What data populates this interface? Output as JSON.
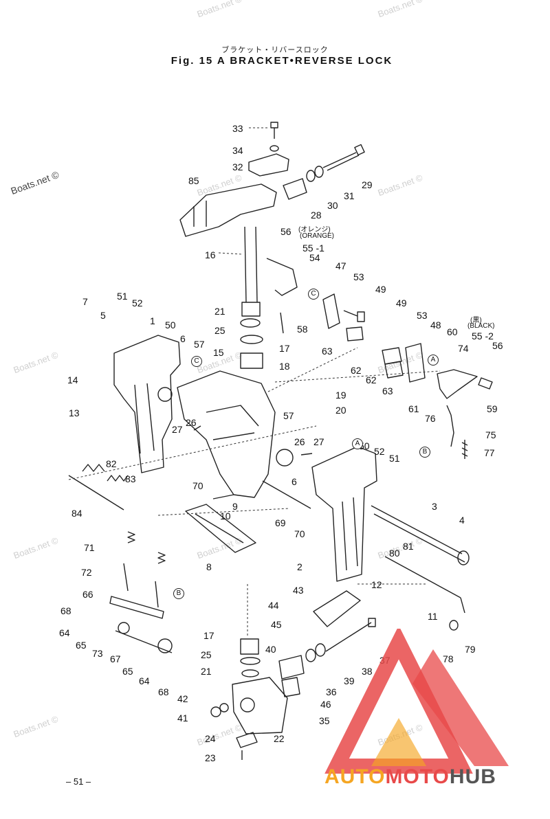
{
  "header": {
    "title_jp": "ブラケット・リバースロック",
    "title": "Fig. 15 A   BRACKET•REVERSE LOCK"
  },
  "page_number": "– 51 –",
  "watermark": "Boats.net ©",
  "logo": {
    "part1": "AUTO",
    "part2": "MOTO",
    "part3": "HUB",
    "colors": {
      "auto": "#f5a623",
      "moto": "#e84a4a",
      "hub": "#555555"
    }
  },
  "callouts": [
    {
      "id": "33",
      "t": "33"
    },
    {
      "id": "34",
      "t": "34"
    },
    {
      "id": "32",
      "t": "32"
    },
    {
      "id": "29",
      "t": "29"
    },
    {
      "id": "31",
      "t": "31"
    },
    {
      "id": "30",
      "t": "30"
    },
    {
      "id": "28",
      "t": "28"
    },
    {
      "id": "85",
      "t": "85"
    },
    {
      "id": "16",
      "t": "16"
    },
    {
      "id": "56a",
      "t": "56"
    },
    {
      "id": "orange-jp",
      "t": "(オレンジ)"
    },
    {
      "id": "orange",
      "t": "(ORANGE)"
    },
    {
      "id": "55-1",
      "t": "55 -1"
    },
    {
      "id": "54",
      "t": "54"
    },
    {
      "id": "47",
      "t": "47"
    },
    {
      "id": "53a",
      "t": "53"
    },
    {
      "id": "49a",
      "t": "49"
    },
    {
      "id": "7",
      "t": "7"
    },
    {
      "id": "51a",
      "t": "51"
    },
    {
      "id": "52a",
      "t": "52"
    },
    {
      "id": "5",
      "t": "5"
    },
    {
      "id": "1",
      "t": "1"
    },
    {
      "id": "50a",
      "t": "50"
    },
    {
      "id": "21a",
      "t": "21"
    },
    {
      "id": "25a",
      "t": "25"
    },
    {
      "id": "58",
      "t": "58"
    },
    {
      "id": "49b",
      "t": "49"
    },
    {
      "id": "53b",
      "t": "53"
    },
    {
      "id": "black-jp",
      "t": "(黒)"
    },
    {
      "id": "black",
      "t": "(BLACK)"
    },
    {
      "id": "48",
      "t": "48"
    },
    {
      "id": "60",
      "t": "60"
    },
    {
      "id": "55-2",
      "t": "55 -2"
    },
    {
      "id": "56b",
      "t": "56"
    },
    {
      "id": "6a",
      "t": "6"
    },
    {
      "id": "57a",
      "t": "57"
    },
    {
      "id": "15",
      "t": "15"
    },
    {
      "id": "17a",
      "t": "17"
    },
    {
      "id": "18",
      "t": "18"
    },
    {
      "id": "63a",
      "t": "63"
    },
    {
      "id": "74",
      "t": "74"
    },
    {
      "id": "14",
      "t": "14"
    },
    {
      "id": "62a",
      "t": "62"
    },
    {
      "id": "62b",
      "t": "62"
    },
    {
      "id": "63b",
      "t": "63"
    },
    {
      "id": "19",
      "t": "19"
    },
    {
      "id": "57b",
      "t": "57"
    },
    {
      "id": "20",
      "t": "20"
    },
    {
      "id": "13",
      "t": "13"
    },
    {
      "id": "59",
      "t": "59"
    },
    {
      "id": "61",
      "t": "61"
    },
    {
      "id": "76",
      "t": "76"
    },
    {
      "id": "26a",
      "t": "26"
    },
    {
      "id": "27a",
      "t": "27"
    },
    {
      "id": "75",
      "t": "75"
    },
    {
      "id": "26b",
      "t": "26"
    },
    {
      "id": "27b",
      "t": "27"
    },
    {
      "id": "50b",
      "t": "50"
    },
    {
      "id": "77",
      "t": "77"
    },
    {
      "id": "52b",
      "t": "52"
    },
    {
      "id": "51b",
      "t": "51"
    },
    {
      "id": "82",
      "t": "82"
    },
    {
      "id": "6b",
      "t": "6"
    },
    {
      "id": "83",
      "t": "83"
    },
    {
      "id": "70a",
      "t": "70"
    },
    {
      "id": "3",
      "t": "3"
    },
    {
      "id": "84",
      "t": "84"
    },
    {
      "id": "9",
      "t": "9"
    },
    {
      "id": "10",
      "t": "10"
    },
    {
      "id": "4",
      "t": "4"
    },
    {
      "id": "69",
      "t": "69"
    },
    {
      "id": "70b",
      "t": "70"
    },
    {
      "id": "71",
      "t": "71"
    },
    {
      "id": "81",
      "t": "81"
    },
    {
      "id": "80",
      "t": "80"
    },
    {
      "id": "8",
      "t": "8"
    },
    {
      "id": "2",
      "t": "2"
    },
    {
      "id": "72",
      "t": "72"
    },
    {
      "id": "12",
      "t": "12"
    },
    {
      "id": "66",
      "t": "66"
    },
    {
      "id": "43",
      "t": "43"
    },
    {
      "id": "68a",
      "t": "68"
    },
    {
      "id": "44",
      "t": "44"
    },
    {
      "id": "11",
      "t": "11"
    },
    {
      "id": "64a",
      "t": "64"
    },
    {
      "id": "45",
      "t": "45"
    },
    {
      "id": "65a",
      "t": "65"
    },
    {
      "id": "79",
      "t": "79"
    },
    {
      "id": "73",
      "t": "73"
    },
    {
      "id": "67",
      "t": "67"
    },
    {
      "id": "17b",
      "t": "17"
    },
    {
      "id": "37",
      "t": "37"
    },
    {
      "id": "65b",
      "t": "65"
    },
    {
      "id": "40",
      "t": "40"
    },
    {
      "id": "78",
      "t": "78"
    },
    {
      "id": "25b",
      "t": "25"
    },
    {
      "id": "38",
      "t": "38"
    },
    {
      "id": "64b",
      "t": "64"
    },
    {
      "id": "21b",
      "t": "21"
    },
    {
      "id": "39",
      "t": "39"
    },
    {
      "id": "68b",
      "t": "68"
    },
    {
      "id": "36",
      "t": "36"
    },
    {
      "id": "42",
      "t": "42"
    },
    {
      "id": "46",
      "t": "46"
    },
    {
      "id": "41",
      "t": "41"
    },
    {
      "id": "35",
      "t": "35"
    },
    {
      "id": "24",
      "t": "24"
    },
    {
      "id": "22",
      "t": "22"
    },
    {
      "id": "23",
      "t": "23"
    }
  ],
  "ref_markers": [
    "C",
    "C",
    "A",
    "A",
    "B",
    "B"
  ]
}
